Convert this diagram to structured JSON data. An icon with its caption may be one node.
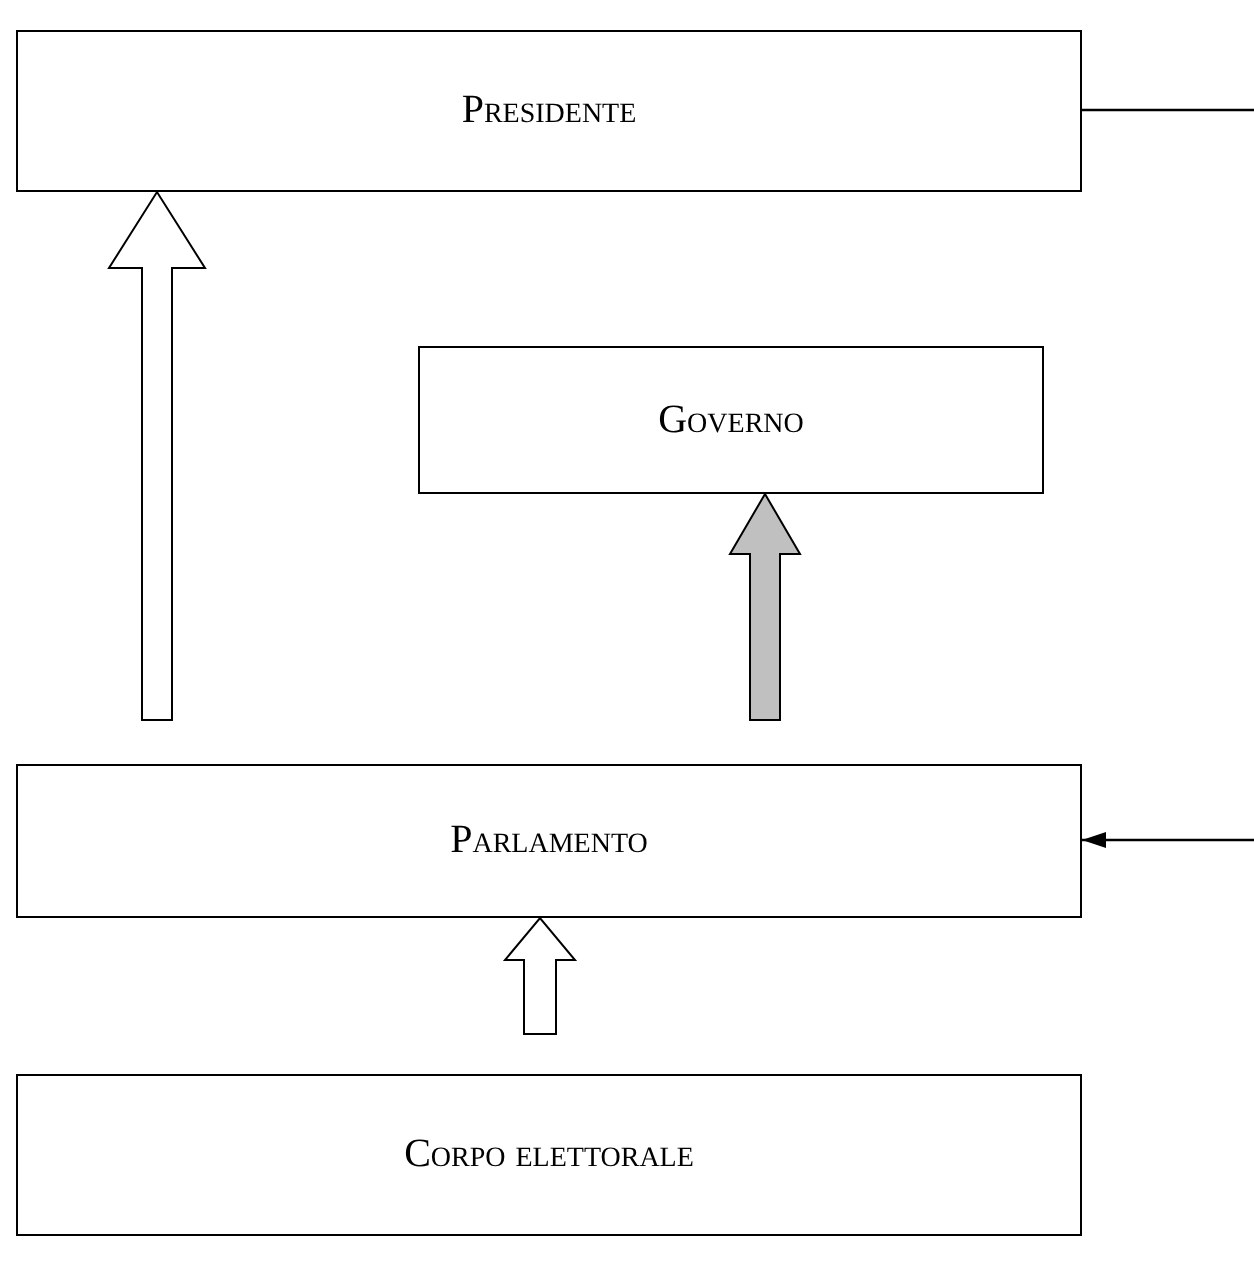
{
  "diagram": {
    "nodes": [
      {
        "text": [
          "Presidente"
        ]
      },
      {
        "text": [
          "Governo"
        ]
      },
      {
        "text": [
          "Parlamento"
        ]
      },
      {
        "text": [
          "Corpo elettorale"
        ]
      }
    ],
    "edges": [
      {
        "from": 2,
        "to": 0,
        "arrow": "to",
        "style": "thick"
      },
      {
        "from": 2,
        "to": 1,
        "arrow": "to",
        "style": "thick",
        "color": "#c0c0c0"
      },
      {
        "from": 3,
        "to": 2,
        "arrow": "to",
        "style": "thick"
      },
      {
        "from": 0,
        "to": null,
        "arrow": "none"
      },
      {
        "from": null,
        "to": 2,
        "arrow": "to"
      }
    ]
  }
}
